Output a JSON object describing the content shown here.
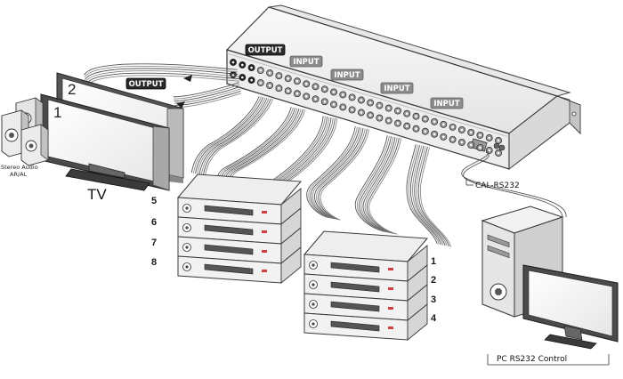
{
  "labels": {
    "output_top": "OUTPUT",
    "output_left": "OUTPUT",
    "input": "INPUT",
    "tv": "TV",
    "stereo_line1": "Stereo Audio",
    "stereo_line2": "AR/AL",
    "cal": "CAL-RS232",
    "pc": "PC RS232 Control"
  },
  "tv_numbers": [
    "1",
    "2"
  ],
  "source_numbers": {
    "left": [
      "5",
      "6",
      "7",
      "8"
    ],
    "right": [
      "1",
      "2",
      "3",
      "4"
    ]
  },
  "colors": {
    "device_fill": "#f2f2f2",
    "device_stroke": "#3a3a3a",
    "tag_fill": "#8c8c8c",
    "tag_dark": "#2a2a2a"
  }
}
